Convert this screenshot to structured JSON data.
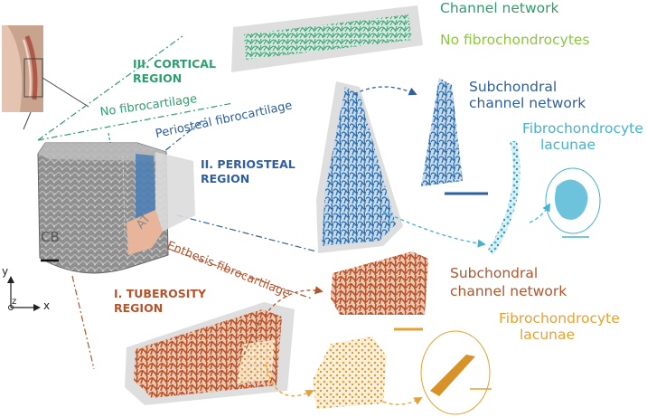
{
  "labels": {
    "cortical_channel": "Channel network",
    "cortical_nofc": "No fibrochondrocytes",
    "cortical_region_line1": "III. CORTICAL",
    "cortical_region_line2": "REGION",
    "no_fibrocartilage": "No fibrocartilage",
    "periosteal_fibrocartilage": "Periosteal fibrocartilage",
    "periosteal_region_line1": "II. PERIOSTEAL",
    "periosteal_region_line2": "REGION",
    "periosteal_subchondral_line1": "Subchondral",
    "periosteal_subchondral_line2": "channel network",
    "periosteal_lacunae_line1": "Fibrochondrocyte",
    "periosteal_lacunae_line2": "lacunae",
    "cb": "CB",
    "at": "AT",
    "enthesis_fibrocartilage": "Enthesis fibrocartilage",
    "tuberosity_region_line1": "I. TUBEROSITY",
    "tuberosity_region_line2": "REGION",
    "tuberosity_subchondral_line1": "Subchondral",
    "tuberosity_subchondral_line2": "channel network",
    "tuberosity_lacunae_line1": "Fibrochondrocyte",
    "tuberosity_lacunae_line2": "lacunae",
    "axis_y": "y",
    "axis_z": "z",
    "axis_x": "x"
  },
  "colors": {
    "cortical": "#2f9e6e",
    "no_fc_green": "#8cc63f",
    "periosteal": "#2e5f9e",
    "periosteal_light": "#45b3d0",
    "tuberosity": "#b5532b",
    "tuberosity_light": "#e8a030",
    "bone_gray": "#8a8a8a",
    "envelope_gray": "#dadada"
  }
}
